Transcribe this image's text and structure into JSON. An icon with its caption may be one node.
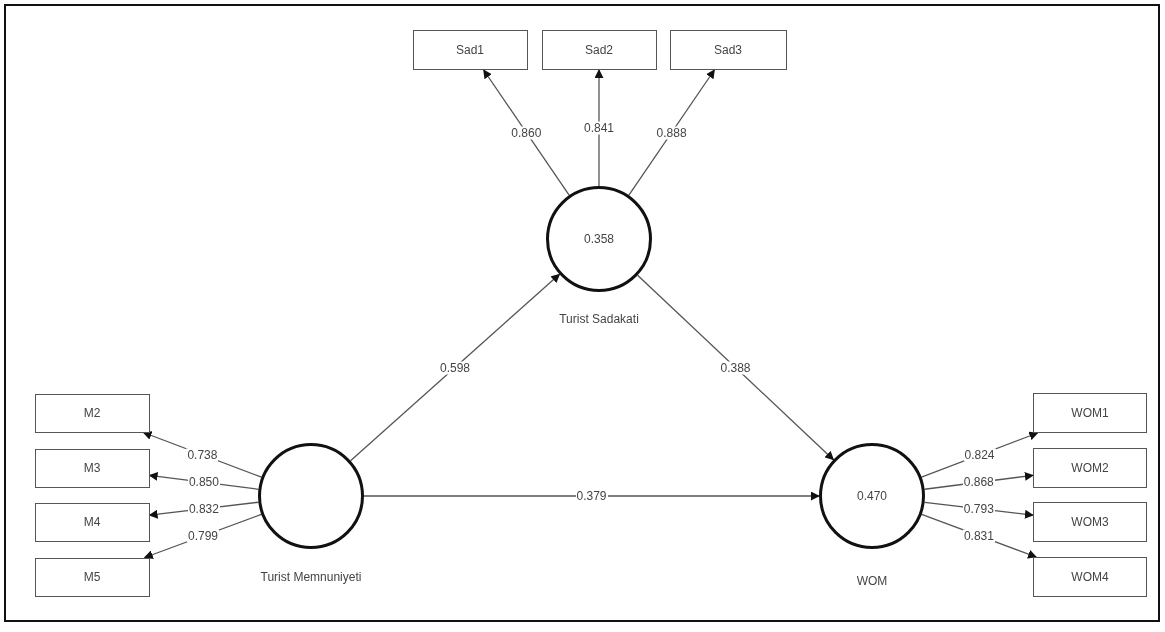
{
  "diagram": {
    "nodes": [
      {
        "text": [
          "Sad1"
        ]
      },
      {
        "text": [
          "Sad2"
        ]
      },
      {
        "text": [
          "Sad3"
        ]
      },
      {
        "text": [
          "0.358"
        ],
        "beside": [
          "Turist Sadakati"
        ]
      },
      {
        "text": [
          "M2"
        ]
      },
      {
        "text": [
          "M3"
        ]
      },
      {
        "text": [
          "M4"
        ]
      },
      {
        "text": [
          "M5"
        ]
      },
      {
        "text": [],
        "shape": "circle",
        "beside": [
          "Turist Memnuniyeti"
        ]
      },
      {
        "text": [
          "0.470"
        ],
        "beside": [
          "WOM"
        ]
      },
      {
        "text": [
          "WOM1"
        ]
      },
      {
        "text": [
          "WOM2"
        ]
      },
      {
        "text": [
          "WOM3"
        ]
      },
      {
        "text": [
          "WOM4"
        ]
      }
    ],
    "edges": [
      {
        "from": 3,
        "to": 0,
        "arrow": "to",
        "label": "0.860"
      },
      {
        "from": 3,
        "to": 1,
        "arrow": "to",
        "label": "0.841"
      },
      {
        "from": 3,
        "to": 2,
        "arrow": "to",
        "label": "0.888"
      },
      {
        "from": 8,
        "to": 3,
        "arrow": "to",
        "label": "0.598"
      },
      {
        "from": 3,
        "to": 9,
        "arrow": "to",
        "label": "0.388"
      },
      {
        "from": 8,
        "to": 4,
        "arrow": "to",
        "label": "0.738"
      },
      {
        "from": 8,
        "to": 5,
        "arrow": "to",
        "label": "0.850"
      },
      {
        "from": 8,
        "to": 6,
        "arrow": "to",
        "label": "0.832"
      },
      {
        "from": 8,
        "to": 7,
        "arrow": "to",
        "label": "0.799"
      },
      {
        "from": 8,
        "to": 9,
        "arrow": "to",
        "label": "0.379"
      },
      {
        "from": 9,
        "to": 10,
        "arrow": "to",
        "label": "0.824"
      },
      {
        "from": 9,
        "to": 11,
        "arrow": "to",
        "label": "0.868"
      },
      {
        "from": 9,
        "to": 12,
        "arrow": "to",
        "label": "0.793"
      },
      {
        "from": 9,
        "to": 13,
        "arrow": "to",
        "label": "0.831"
      }
    ]
  }
}
